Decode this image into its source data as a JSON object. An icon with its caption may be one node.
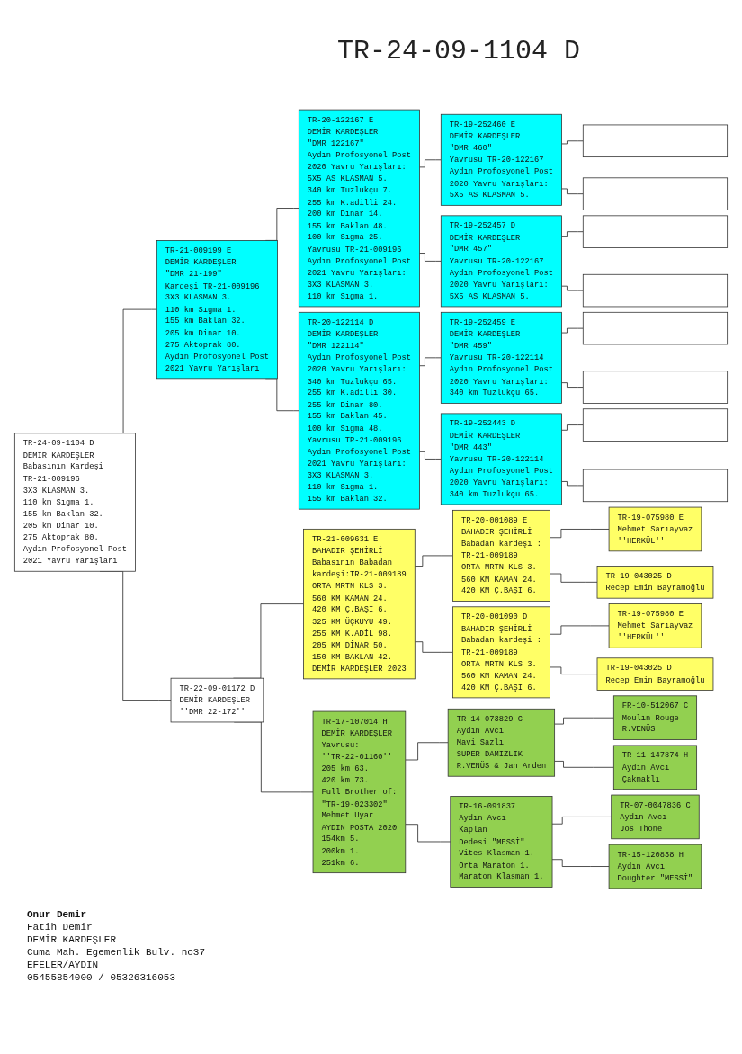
{
  "diagram": {
    "title": "TR-24-09-1104 D",
    "nodes": [
      {
        "text": [
          "TR-24-09-1104 D",
          "DEMİR KARDEŞLER",
          "Babasının Kardeşi",
          "TR-21-009196",
          "3X3 KLASMAN 3.",
          "110 km Sıgma 1.",
          "155 km Baklan 32.",
          "205 km Dinar 10.",
          "275 Aktoprak 80.",
          "Aydın Profosyonel Post",
          "2021 Yavru Yarışları"
        ]
      },
      {
        "text": [
          "TR-21-009199 E",
          "DEMİR KARDEŞLER",
          "\"DMR 21-199\"",
          "Kardeşi TR-21-009196",
          "3X3 KLASMAN 3.",
          "110 km Sıgma 1.",
          "155 km Baklan 32.",
          "205 km Dinar 10.",
          "275 Aktoprak 80.",
          "Aydın Profosyonel Post",
          "2021 Yavru Yarışları"
        ]
      },
      {
        "text": [
          "TR-22-09-01172 D",
          "DEMİR KARDEŞLER",
          "''DMR 22-172''"
        ]
      },
      {
        "text": [
          "TR-20-122167 E",
          "DEMİR KARDEŞLER",
          "\"DMR 122167\"",
          "Aydın Profosyonel Post",
          "2020 Yavru Yarışları:",
          "5X5 AS KLASMAN 5.",
          "340 km Tuzlukçu 7.",
          "255 km K.adilli 24.",
          "200 km Dinar 14.",
          "155 km Baklan 48.",
          "100 km Sıgma 25.",
          "Yavrusu TR-21-009196",
          "Aydın Profosyonel Post",
          "2021 Yavru Yarışları:",
          "3X3 KLASMAN 3.",
          "110 km Sıgma 1."
        ]
      },
      {
        "text": [
          "TR-20-122114 D",
          "DEMİR KARDEŞLER",
          "\"DMR 122114\"",
          "Aydın Profosyonel Post",
          "2020 Yavru Yarışları:",
          "340 km Tuzlukçu 65.",
          "255 km K.adilli 30.",
          "255 km Dinar 80.",
          "155 km Baklan 45.",
          "100 km Sıgma 48.",
          "Yavrusu TR-21-009196",
          "Aydın Profosyonel Post",
          "2021 Yavru Yarışları:",
          "3X3 KLASMAN 3.",
          "110 km Sıgma 1.",
          "155 km Baklan 32."
        ]
      },
      {
        "text": [
          "TR-21-009631 E",
          "BAHADIR ŞEHİRLİ",
          "Babasının Babadan",
          "kardeşi:TR-21-009189",
          "ORTA MRTN KLS 3.",
          "560 KM KAMAN 24.",
          "420 KM Ç.BAŞI 6.",
          "325 KM ÜÇKUYU 49.",
          "255 KM K.ADİL 98.",
          "205 KM DİNAR 50.",
          "150 KM BAKLAN 42.",
          "DEMİR KARDEŞLER 2023"
        ]
      },
      {
        "text": [
          "TR-17-107014 H",
          "DEMİR KARDEŞLER",
          "Yavrusu:",
          "''TR-22-01160''",
          "205 km 63.",
          "420 km 73.",
          "Full Brother of:",
          "\"TR-19-023302\"",
          "Mehmet Uyar",
          "AYDIN POSTA 2020",
          "154km 5.",
          "200km 1.",
          "251km 6."
        ]
      },
      {
        "text": [
          "TR-19-252460 E",
          "DEMİR KARDEŞLER",
          "\"DMR 460\"",
          "Yavrusu TR-20-122167",
          "Aydın Profosyonel Post",
          "2020 Yavru Yarışları:",
          "5X5 AS KLASMAN 5."
        ]
      },
      {
        "text": [
          "TR-19-252457 D",
          "DEMİR KARDEŞLER",
          "\"DMR 457\"",
          "Yavrusu TR-20-122167",
          "Aydın Profosyonel Post",
          "2020 Yavru Yarışları:",
          "5X5 AS KLASMAN 5."
        ]
      },
      {
        "text": [
          "TR-19-252459 E",
          "DEMİR KARDEŞLER",
          "\"DMR 459\"",
          "Yavrusu TR-20-122114",
          "Aydın Profosyonel Post",
          "2020 Yavru Yarışları:",
          "340 km Tuzlukçu 65."
        ]
      },
      {
        "text": [
          "TR-19-252443 D",
          "DEMİR KARDEŞLER",
          "\"DMR 443\"",
          "Yavrusu TR-20-122114",
          "Aydın Profosyonel Post",
          "2020 Yavru Yarışları:",
          "340 km Tuzlukçu 65."
        ]
      },
      {
        "text": [
          "TR-20-001089 E",
          "BAHADIR ŞEHİRLİ",
          "Babadan kardeşi :",
          "TR-21-009189",
          "ORTA MRTN KLS 3.",
          "560 KM KAMAN 24.",
          "420 KM Ç.BAŞI 6."
        ]
      },
      {
        "text": [
          "TR-20-001090 D",
          "BAHADIR ŞEHİRLİ",
          "Babadan kardeşi :",
          "TR-21-009189",
          "ORTA MRTN KLS 3.",
          "560 KM KAMAN 24.",
          "420 KM Ç.BAŞI 6."
        ]
      },
      {
        "text": [
          "TR-14-073829 C",
          "Aydın Avcı",
          "Mavi Sazlı",
          "SUPER DAMIZLIK",
          "R.VENÜS & Jan Arden"
        ]
      },
      {
        "text": [
          "TR-16-091837",
          "Aydın Avcı",
          "Kaplan",
          "Dedesi \"MESSİ\"",
          "Vites Klasman 1.",
          "Orta Maraton 1.",
          "Maraton Klasman 1."
        ]
      },
      {
        "text": [],
        "shape": "box"
      },
      {
        "text": [],
        "shape": "box"
      },
      {
        "text": [],
        "shape": "box"
      },
      {
        "text": [],
        "shape": "box"
      },
      {
        "text": [],
        "shape": "box"
      },
      {
        "text": [],
        "shape": "box"
      },
      {
        "text": [],
        "shape": "box"
      },
      {
        "text": [],
        "shape": "box"
      },
      {
        "text": [
          "TR-19-075980 E",
          "Mehmet Sarıayvaz",
          "''HERKÜL''"
        ]
      },
      {
        "text": [
          "TR-19-043025 D",
          "Recep Emin Bayramoğlu"
        ]
      },
      {
        "text": [
          "TR-19-075980 E",
          "Mehmet Sarıayvaz",
          "''HERKÜL''"
        ]
      },
      {
        "text": [
          "TR-19-043025 D",
          "Recep Emin Bayramoğlu"
        ]
      },
      {
        "text": [
          "FR-10-512067 C",
          "Moulın Rouge",
          "R.VENÜS"
        ]
      },
      {
        "text": [
          "TR-11-147874 H",
          "Aydın Avcı",
          "Çakmaklı"
        ]
      },
      {
        "text": [
          "TR-07-0047836 C",
          "Aydın Avcı",
          "Jos Thone"
        ]
      },
      {
        "text": [
          "TR-15-120838 H",
          "Aydın Avcı",
          "Doughter \"MESSİ\""
        ]
      }
    ],
    "edges": [
      {
        "from": 0,
        "to": 1,
        "arrow": "none"
      },
      {
        "from": 0,
        "to": 2,
        "arrow": "none"
      },
      {
        "from": 1,
        "to": 3,
        "arrow": "none"
      },
      {
        "from": 1,
        "to": 4,
        "arrow": "none"
      },
      {
        "from": 2,
        "to": 5,
        "arrow": "none"
      },
      {
        "from": 2,
        "to": 6,
        "arrow": "none"
      },
      {
        "from": 3,
        "to": 7,
        "arrow": "none"
      },
      {
        "from": 3,
        "to": 8,
        "arrow": "none"
      },
      {
        "from": 4,
        "to": 9,
        "arrow": "none"
      },
      {
        "from": 4,
        "to": 10,
        "arrow": "none"
      },
      {
        "from": 5,
        "to": 11,
        "arrow": "none"
      },
      {
        "from": 5,
        "to": 12,
        "arrow": "none"
      },
      {
        "from": 6,
        "to": 13,
        "arrow": "none"
      },
      {
        "from": 6,
        "to": 14,
        "arrow": "none"
      },
      {
        "from": 7,
        "to": 15,
        "arrow": "none"
      },
      {
        "from": 7,
        "to": 16,
        "arrow": "none"
      },
      {
        "from": 8,
        "to": 17,
        "arrow": "none"
      },
      {
        "from": 8,
        "to": 18,
        "arrow": "none"
      },
      {
        "from": 9,
        "to": 19,
        "arrow": "none"
      },
      {
        "from": 9,
        "to": 20,
        "arrow": "none"
      },
      {
        "from": 10,
        "to": 21,
        "arrow": "none"
      },
      {
        "from": 10,
        "to": 22,
        "arrow": "none"
      },
      {
        "from": 11,
        "to": 23,
        "arrow": "none"
      },
      {
        "from": 11,
        "to": 24,
        "arrow": "none"
      },
      {
        "from": 12,
        "to": 25,
        "arrow": "none"
      },
      {
        "from": 12,
        "to": 26,
        "arrow": "none"
      },
      {
        "from": 13,
        "to": 27,
        "arrow": "none"
      },
      {
        "from": 13,
        "to": 28,
        "arrow": "none"
      },
      {
        "from": 14,
        "to": 29,
        "arrow": "none"
      },
      {
        "from": 14,
        "to": 30,
        "arrow": "none"
      }
    ],
    "labels": [
      "Onur Demir",
      "Fatih Demir",
      "DEMİR KARDEŞLER",
      "Cuma Mah. Egemenlik Bulv. no37",
      "EFELER/AYDIN",
      "05455854000 / 05326316053"
    ]
  }
}
